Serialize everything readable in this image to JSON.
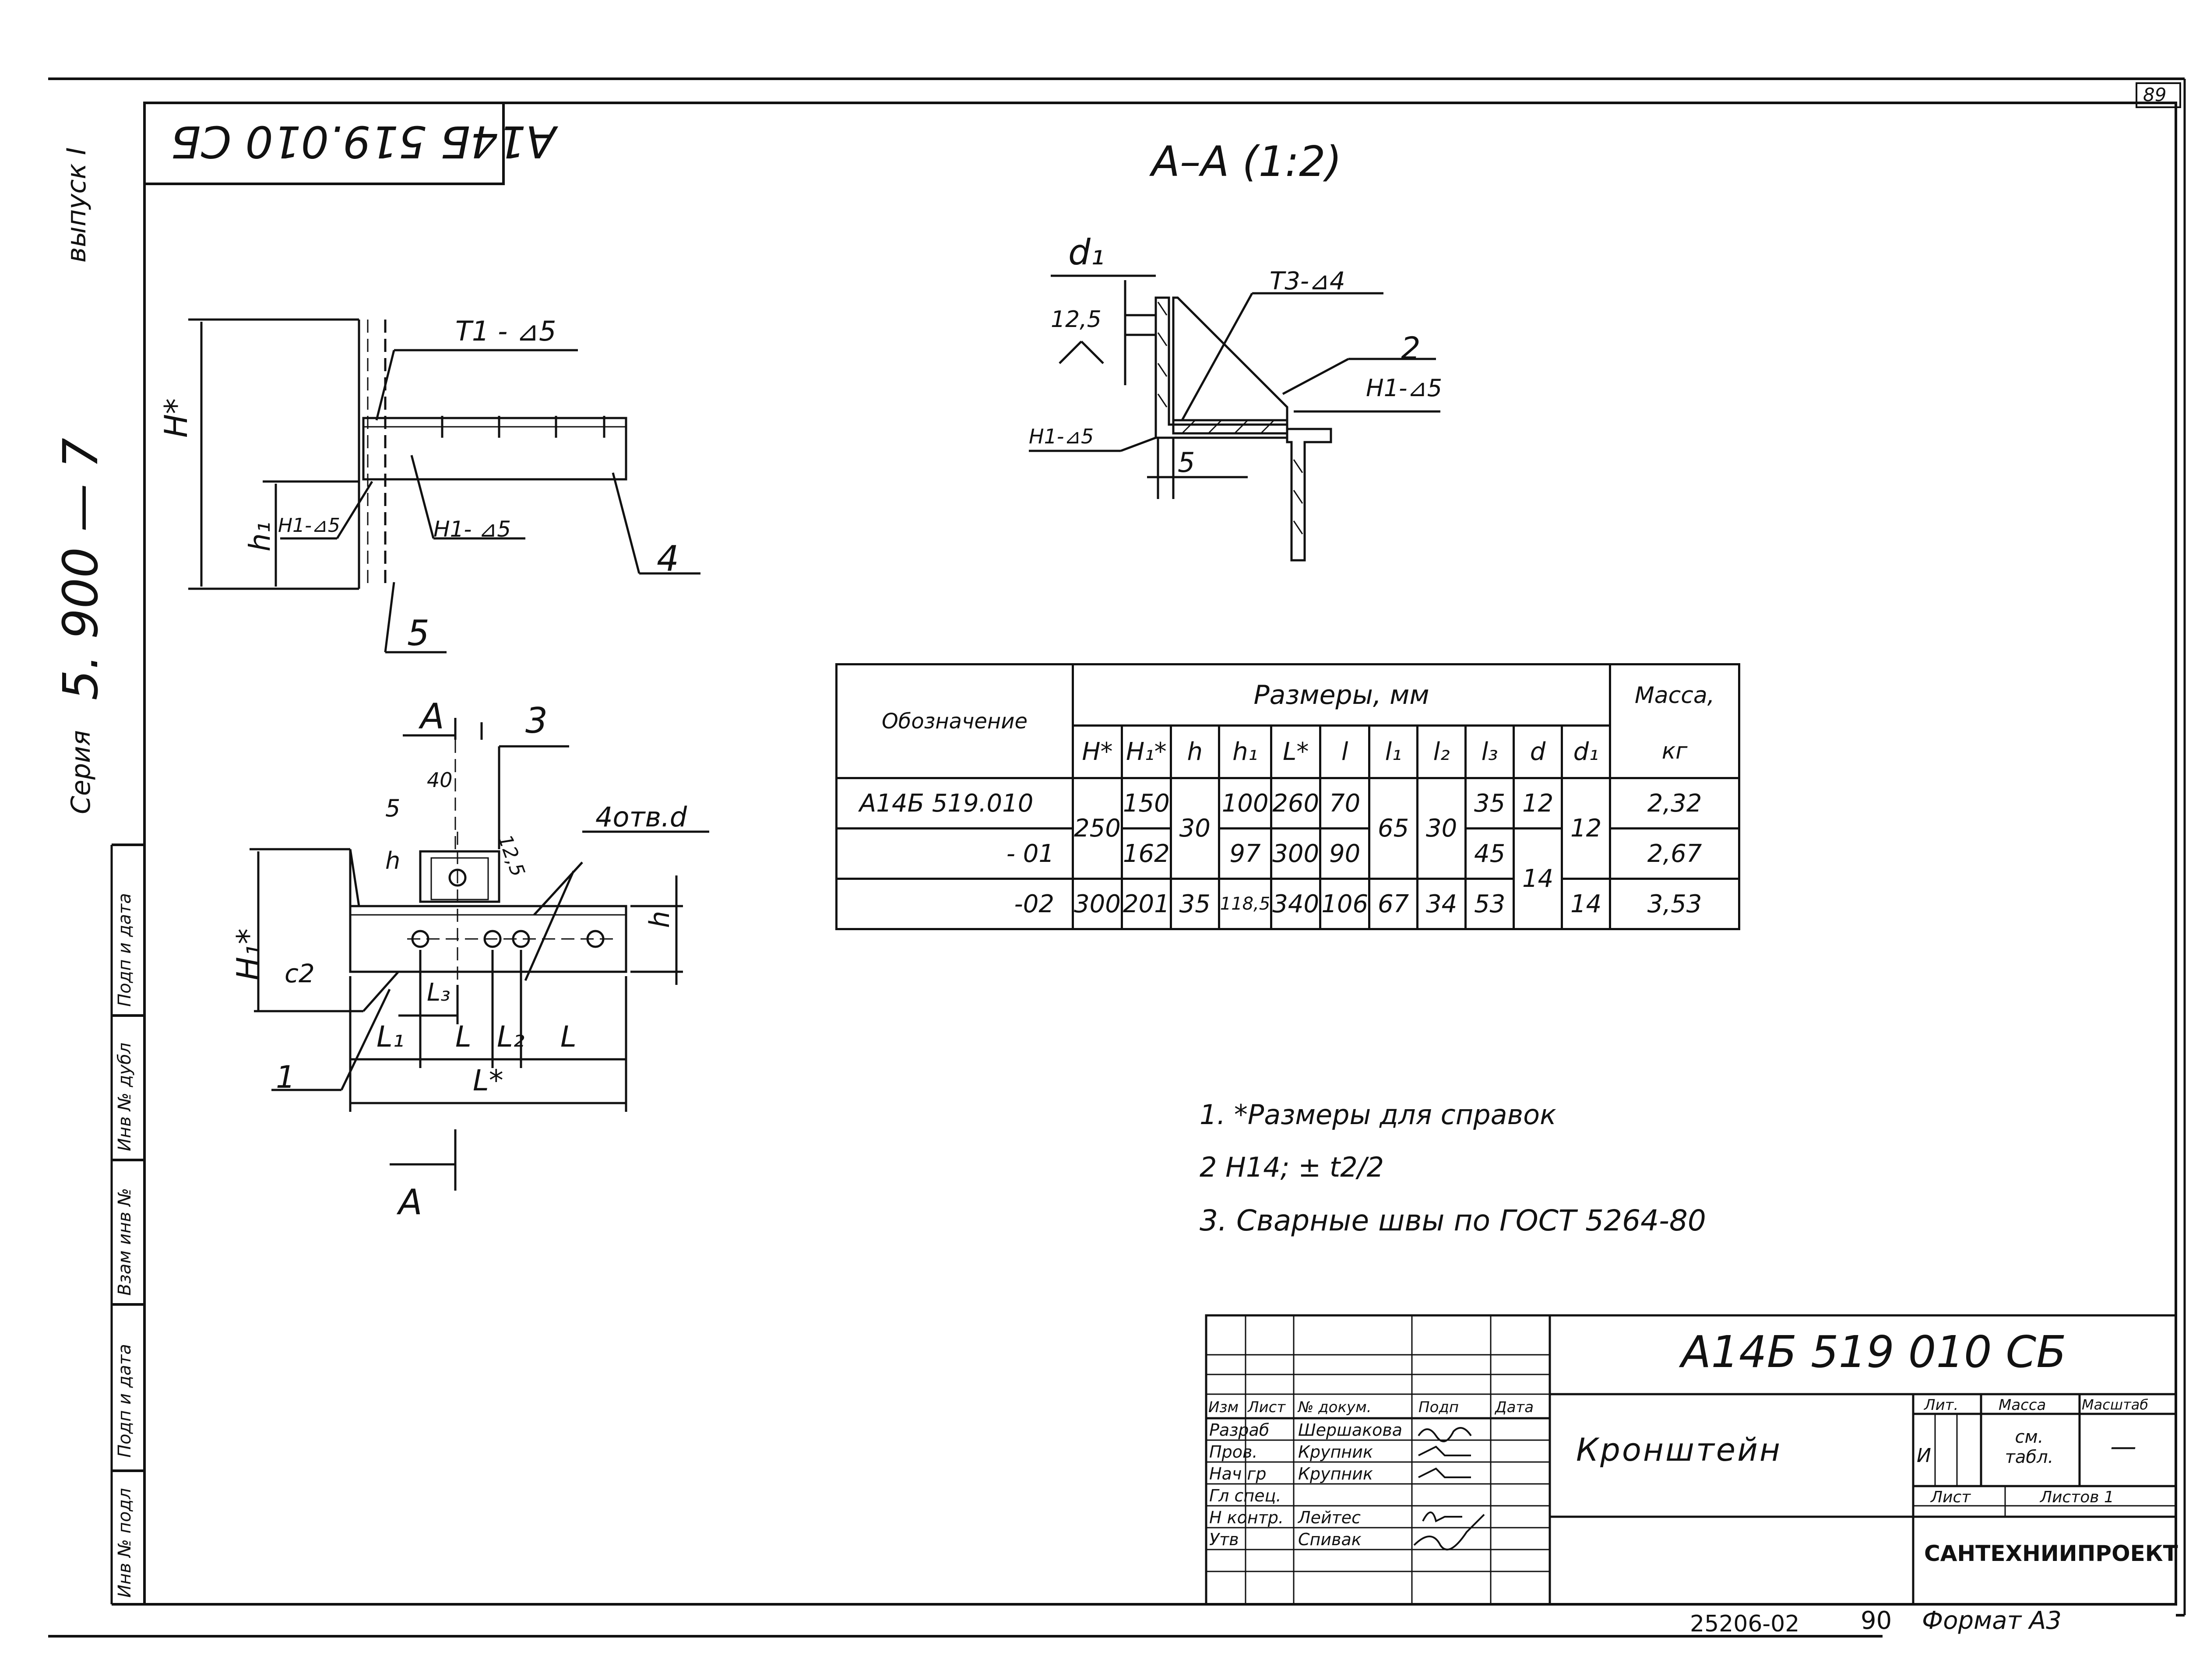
{
  "header": {
    "doc_code_rotated": "А14Б 519.010 СБ",
    "sheet_number": "89",
    "section_title": "А–А (1:2)",
    "left_margin": {
      "vypusk": "выпуск I",
      "series_code": "5. 900 — 7",
      "series_label": "Серия"
    },
    "margin_columns": [
      "Инв № подл",
      "Подп и дата",
      "Взам инв №",
      "Инв № дубл",
      "Подп и дата"
    ]
  },
  "drawing": {
    "side_view": {
      "labels": {
        "H_star": "H*",
        "h1": "h₁",
        "weld_top": "T1 - ⊿5",
        "weld_left": "H1-⊿5",
        "weld_right": "H1- ⊿5",
        "part4": "4",
        "part5": "5"
      }
    },
    "plan_view": {
      "labels": {
        "A_top": "A",
        "A_bottom": "A",
        "part3": "3",
        "dim_40": "40",
        "dim_5": "5",
        "dim_h": "h",
        "holes": "4отв.d",
        "rough": "12,5",
        "H1_star": "H₁*",
        "chamfer": "c2",
        "L3": "L₃",
        "L1": "L₁",
        "L": "L",
        "L2": "L₂",
        "L_star": "L*",
        "h_right": "h",
        "part1": "1"
      }
    },
    "section_view": {
      "labels": {
        "d1": "d₁",
        "rough": "12,5",
        "weld_top": "T3-⊿4",
        "part2": "2",
        "weld_right": "H1-⊿5",
        "weld_left": "H1-⊿5",
        "dim_5": "5"
      }
    }
  },
  "table": {
    "col_designation": "Обозначение",
    "col_sizes": "Размеры, мм",
    "col_mass": "Масса,",
    "col_mass_unit": "кг",
    "sub_headers": [
      "H*",
      "H₁*",
      "h",
      "h₁",
      "L*",
      "l",
      "l₁",
      "l₂",
      "l₃",
      "d",
      "d₁"
    ],
    "rows": [
      {
        "designation": "А14Б 519.010",
        "H": "250",
        "H1": "150",
        "h": "30",
        "h1": "100",
        "L": "260",
        "l": "70",
        "l1": "65",
        "l2": "30",
        "l3": "35",
        "d": "12",
        "d1": "12",
        "mass": "2,32"
      },
      {
        "designation": "- 01",
        "H": "250",
        "H1": "162",
        "h": "30",
        "h1": "97",
        "L": "300",
        "l": "90",
        "l1": "65",
        "l2": "30",
        "l3": "45",
        "d": "14",
        "d1": "12",
        "mass": "2,67"
      },
      {
        "designation": "-02",
        "H": "300",
        "H1": "201",
        "h": "35",
        "h1": "118,5",
        "L": "340",
        "l": "106",
        "l1": "67",
        "l2": "34",
        "l3": "53",
        "d": "14",
        "d1": "14",
        "mass": "3,53"
      }
    ]
  },
  "notes": [
    "1. *Размеры для справок",
    "2  H14; ± t2/2",
    "3. Сварные швы по ГОСТ 5264-80"
  ],
  "title_block": {
    "code": "А14Б 519 010 СБ",
    "name": "Кронштейн",
    "organization": "САНТЕХНИИПРОЕКТ",
    "lit_label": "Лит.",
    "mass_label": "Масса",
    "scale_label": "Масштаб",
    "lit_value": "И",
    "mass_value": "см. табл.",
    "scale_value": "—",
    "sheet_label": "Лист",
    "sheets_label": "Листов 1",
    "head_cols": [
      "Изм",
      "Лист",
      "№ докум.",
      "Подп",
      "Дата"
    ],
    "roles": [
      {
        "role": "Разраб",
        "name": "Шершакова"
      },
      {
        "role": "Пров.",
        "name": "Крупник"
      },
      {
        "role": "Нач гр",
        "name": "Крупник"
      },
      {
        "role": "Гл спец.",
        "name": ""
      },
      {
        "role": "Н контр.",
        "name": "Лейтес"
      },
      {
        "role": "Утв",
        "name": "Спивак"
      }
    ],
    "footer_number": "25206-02",
    "footer_page": "90",
    "footer_format": "Формат А3"
  }
}
